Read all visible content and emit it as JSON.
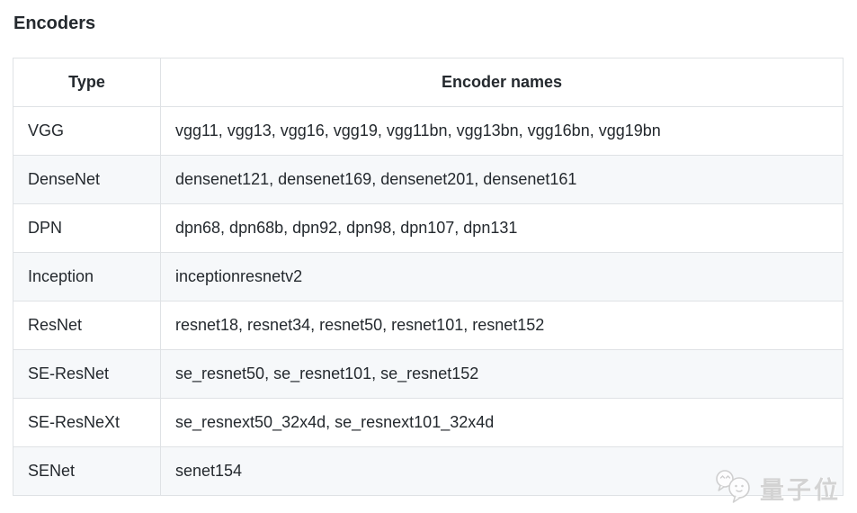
{
  "page": {
    "title": "Encoders"
  },
  "table": {
    "headers": [
      {
        "label": "Type"
      },
      {
        "label": "Encoder names"
      }
    ],
    "rows": [
      {
        "type": "VGG",
        "encoders": "vgg11, vgg13, vgg16, vgg19, vgg11bn, vgg13bn, vgg16bn, vgg19bn"
      },
      {
        "type": "DenseNet",
        "encoders": "densenet121, densenet169, densenet201, densenet161"
      },
      {
        "type": "DPN",
        "encoders": "dpn68, dpn68b, dpn92, dpn98, dpn107, dpn131"
      },
      {
        "type": "Inception",
        "encoders": "inceptionresnetv2"
      },
      {
        "type": "ResNet",
        "encoders": "resnet18, resnet34, resnet50, resnet101, resnet152"
      },
      {
        "type": "SE-ResNet",
        "encoders": "se_resnet50, se_resnet101, se_resnet152"
      },
      {
        "type": "SE-ResNeXt",
        "encoders": "se_resnext50_32x4d, se_resnext101_32x4d"
      },
      {
        "type": "SENet",
        "encoders": "senet154"
      }
    ]
  },
  "watermark": {
    "label": "量子位",
    "icon": "qbitai-chat-bubbles-icon"
  },
  "colors": {
    "text": "#24292e",
    "border": "#dfe2e5",
    "row_stripe": "#f6f8fa",
    "background": "#ffffff",
    "watermark": "#cdcdcd"
  }
}
